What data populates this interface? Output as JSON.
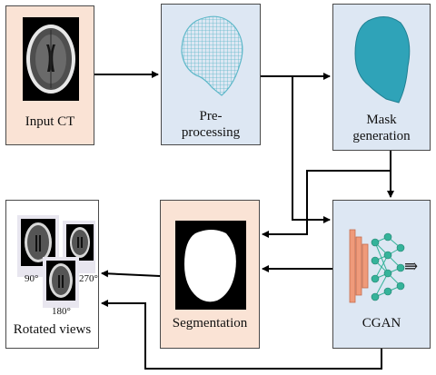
{
  "nodes": {
    "input_ct": {
      "label": "Input CT"
    },
    "preprocessing": {
      "label_line1": "Pre-",
      "label_line2": "processing"
    },
    "mask_generation": {
      "label_line1": "Mask",
      "label_line2": "generation"
    },
    "cgan": {
      "label": "CGAN",
      "arrow_glyph": "⇛"
    },
    "segmentation": {
      "label": "Segmentation"
    },
    "rotated_views": {
      "label": "Rotated views",
      "angle_90": "90°",
      "angle_180": "180°",
      "angle_270": "270°"
    }
  },
  "edges": [
    {
      "from": "Input CT",
      "to": "Pre-processing"
    },
    {
      "from": "Pre-processing",
      "to": "Mask generation"
    },
    {
      "from": "Pre-processing",
      "to": "CGAN"
    },
    {
      "from": "Mask generation",
      "to": "CGAN"
    },
    {
      "from": "Mask generation",
      "to": "Segmentation"
    },
    {
      "from": "CGAN",
      "to": "Segmentation"
    },
    {
      "from": "Segmentation",
      "to": "Rotated views"
    },
    {
      "from": "CGAN",
      "to": "Rotated views"
    }
  ],
  "colors": {
    "peach_box": "#fae3d5",
    "blue_box": "#dde7f3",
    "mesh": "#5fb8c9",
    "mask": "#2fa3b8",
    "cgan_layers": "#ef9a7a",
    "cgan_nodes": "#35b39a",
    "arrow": "#000000"
  }
}
